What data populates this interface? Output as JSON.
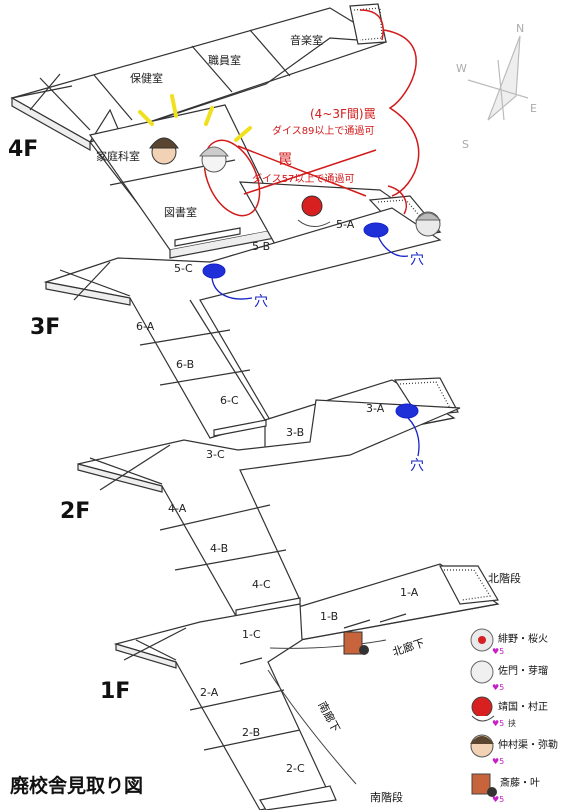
{
  "title": "廃校舎見取り図",
  "floors": {
    "f4": {
      "label": "4F",
      "rooms": {
        "hoken": "保健室",
        "shokuin": "職員室",
        "ongaku": "音楽室",
        "katei": "家庭科室",
        "tosho": "図書室",
        "r5a": "5-A",
        "r5b": "5-B"
      }
    },
    "f3": {
      "label": "3F",
      "rooms": {
        "r5c": "5-C",
        "r6a": "6-A",
        "r6b": "6-B",
        "r6c": "6-C",
        "r3a": "3-A",
        "r3b": "3-B"
      }
    },
    "f2": {
      "label": "2F",
      "rooms": {
        "r3c": "3-C",
        "r4a": "4-A",
        "r4b": "4-B",
        "r4c": "4-C",
        "r1a": "1-A",
        "r1b": "1-B"
      }
    },
    "f1": {
      "label": "1F",
      "rooms": {
        "r1c": "1-C",
        "r2a": "2-A",
        "r2b": "2-B",
        "r2c": "2-C"
      }
    }
  },
  "annotations": {
    "trap_a_label": "(4~3F間)罠",
    "trap_a_cond": "ダイス89以上で通過可",
    "trap_b_label": "罠",
    "trap_b_cond": "ダイス57以上で通過可",
    "hole": "穴"
  },
  "places": {
    "north_stairs": "北階段",
    "north_corridor": "北廊下",
    "south_corridor": "南廊下",
    "south_stairs": "南階段"
  },
  "compass": {
    "n": "N",
    "e": "E",
    "s": "S",
    "w": "W"
  },
  "players": [
    {
      "name": "緋野・桜火",
      "hp": "♥5",
      "extra": "",
      "color": "#d42020"
    },
    {
      "name": "佐門・芽瑠",
      "hp": "♥5",
      "extra": "",
      "color": "#b0b0b0"
    },
    {
      "name": "靖国・村正",
      "hp": "♥5",
      "extra": "挟",
      "color": "#c81e1e"
    },
    {
      "name": "仲村渠・弥勒",
      "hp": "♥5",
      "extra": "",
      "color": "#5a4630"
    },
    {
      "name": "斎藤・叶",
      "hp": "♥5",
      "extra": "",
      "color": "#c8643c"
    }
  ],
  "colors": {
    "trap": "#d21a1a",
    "hole": "#1422c8",
    "alert": "#f0e020",
    "hp": "#c81ec8"
  }
}
